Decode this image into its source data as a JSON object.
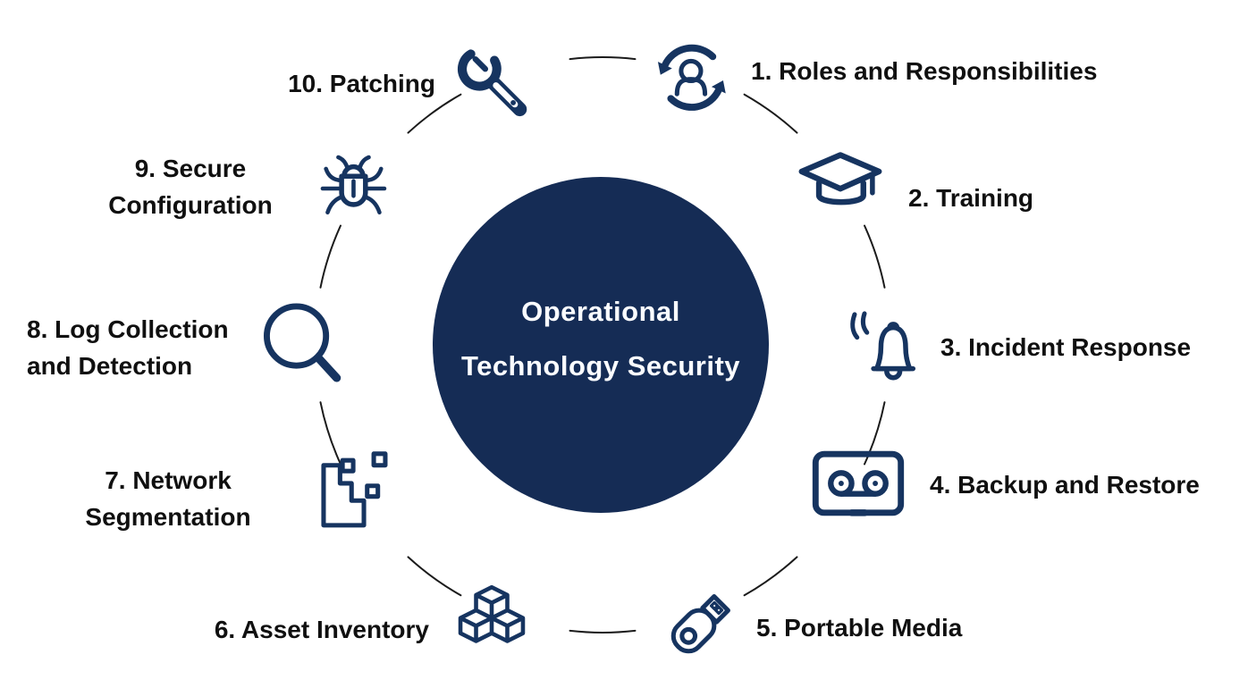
{
  "center": {
    "title_line1": "Operational",
    "title_line2": "Technology Security"
  },
  "items": [
    {
      "icon": "user-cycle-icon",
      "lines": [
        "1. Roles and Responsibilities"
      ]
    },
    {
      "icon": "graduation-cap-icon",
      "lines": [
        "2. Training"
      ]
    },
    {
      "icon": "alarm-bell-icon",
      "lines": [
        "3. Incident Response"
      ]
    },
    {
      "icon": "cassette-tape-icon",
      "lines": [
        "4. Backup and Restore"
      ]
    },
    {
      "icon": "usb-drive-icon",
      "lines": [
        "5. Portable Media"
      ]
    },
    {
      "icon": "cubes-icon",
      "lines": [
        "6. Asset Inventory"
      ]
    },
    {
      "icon": "segmentation-icon",
      "lines": [
        "7. Network",
        "Segmentation"
      ]
    },
    {
      "icon": "magnifier-icon",
      "lines": [
        "8. Log Collection",
        "and Detection"
      ]
    },
    {
      "icon": "bug-icon",
      "lines": [
        "9. Secure",
        "Configuration"
      ]
    },
    {
      "icon": "wrench-icon",
      "lines": [
        "10. Patching"
      ]
    }
  ],
  "colors": {
    "center_circle_navy": "#152c55",
    "icon_navy": "#163460",
    "label_text": "#101010",
    "ring_line": "#1b1b1b",
    "background": "#ffffff",
    "center_text": "#fafcff"
  }
}
